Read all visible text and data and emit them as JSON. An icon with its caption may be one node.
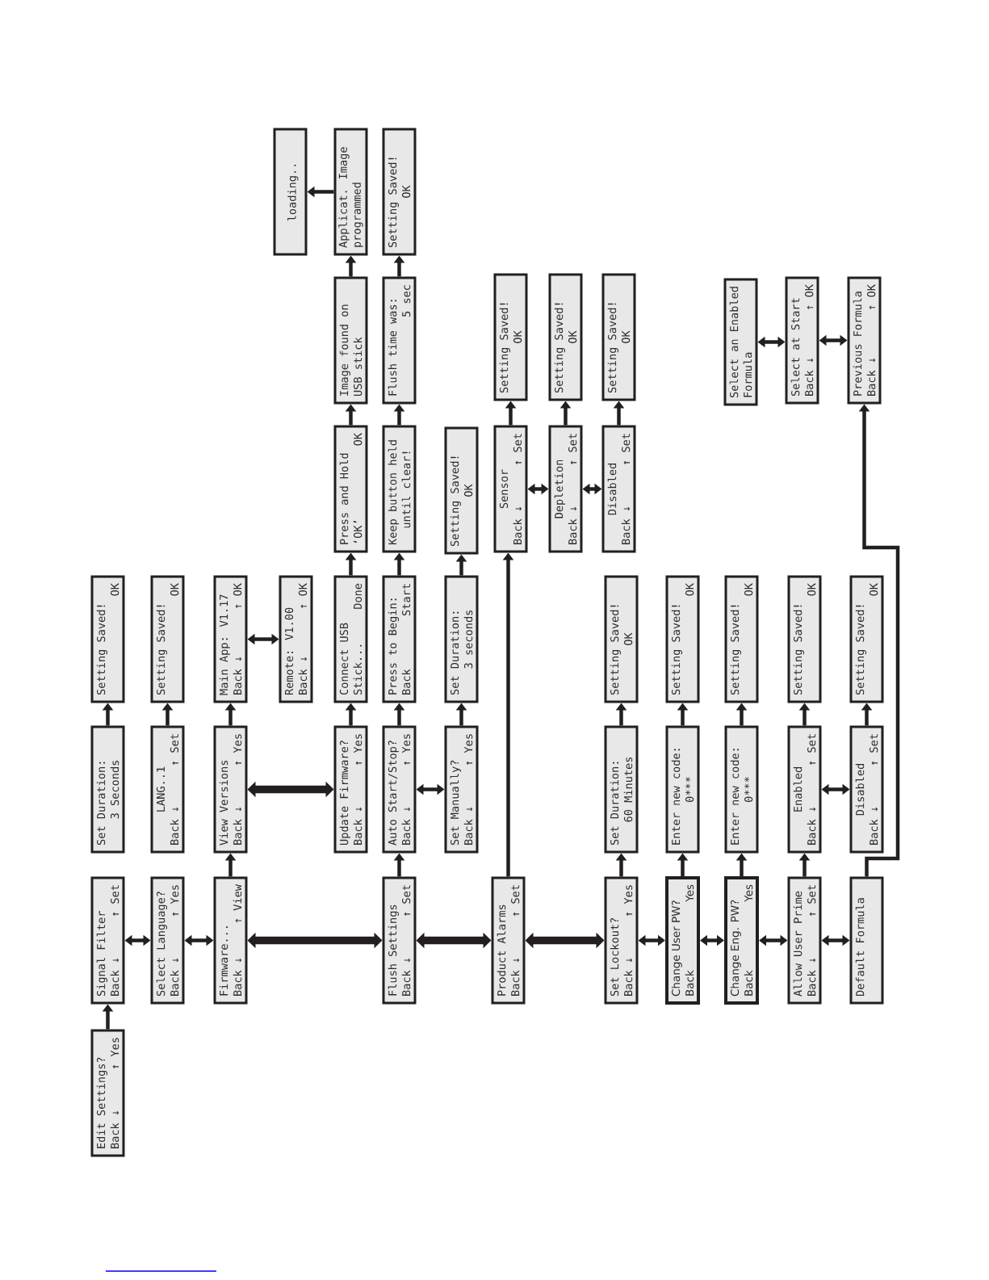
{
  "diagram": {
    "nodes": [
      {
        "text": [
          "Edit Settings?",
          "Back ↓",
          "↑ Yes"
        ]
      },
      {
        "text": [
          "Signal Filter",
          "Back ↓",
          "↑ Set"
        ]
      },
      {
        "text": [
          "Set Duration:",
          "3 Seconds"
        ]
      },
      {
        "text": [
          "Setting Saved!",
          "OK"
        ]
      },
      {
        "text": [
          "Select Language?",
          "Back ↓",
          "↑ Yes"
        ]
      },
      {
        "text": [
          "LANG..1",
          "Back ↓",
          "↑ Set"
        ]
      },
      {
        "text": [
          "Setting Saved!",
          "OK"
        ]
      },
      {
        "text": [
          "Firmware...",
          "Back ↓",
          "↑ View"
        ]
      },
      {
        "text": [
          "View Versions",
          "Back ↓",
          "↑ Yes"
        ]
      },
      {
        "text": [
          "Main App: V1.17",
          "Back ↓",
          "↑ OK"
        ]
      },
      {
        "text": [
          "Remote: V1.00",
          "Back ↓",
          "↑ OK"
        ]
      },
      {
        "text": [
          "loading.."
        ]
      },
      {
        "text": [
          "Update Firmware?",
          "Back ↓",
          "↑ Yes"
        ]
      },
      {
        "text": [
          "Connect USB",
          "Stick...",
          "Done"
        ]
      },
      {
        "text": [
          "Press and Hold",
          "‘OK’",
          "OK"
        ]
      },
      {
        "text": [
          "Image found on USB stick"
        ]
      },
      {
        "text": [
          "Applicat. Image programmed"
        ]
      },
      {
        "text": [
          "Flush Settings",
          "Back ↓",
          "↑ Set"
        ]
      },
      {
        "text": [
          "Auto Start/Stop?",
          "Back ↓",
          "↑ Yes"
        ]
      },
      {
        "text": [
          "Press to Begin:",
          "Back",
          "Start"
        ]
      },
      {
        "text": [
          "Keep button held",
          "until clear!"
        ]
      },
      {
        "text": [
          "Flush time was:",
          "5 sec"
        ]
      },
      {
        "text": [
          "Setting Saved!",
          "OK"
        ]
      },
      {
        "text": [
          "Set Manually?",
          "Back ↓",
          "↑ Yes"
        ]
      },
      {
        "text": [
          "Set Duration:",
          "3 seconds"
        ]
      },
      {
        "text": [
          "Setting Saved!",
          "OK"
        ]
      },
      {
        "text": [
          "Product Alarms",
          "Back ↓",
          "↑ Set"
        ]
      },
      {
        "text": [
          "Sensor",
          "Back ↓",
          "↑ Set"
        ]
      },
      {
        "text": [
          "Setting Saved!",
          "OK"
        ]
      },
      {
        "text": [
          "Depletion",
          "Back ↓",
          "↑ Set"
        ]
      },
      {
        "text": [
          "Setting Saved!",
          "OK"
        ]
      },
      {
        "text": [
          "Set Lockout?",
          "Back ↓",
          "↑ Yes"
        ]
      },
      {
        "text": [
          "Set Duration:",
          "60 Minutes"
        ]
      },
      {
        "text": [
          "Setting Saved!",
          "OK"
        ]
      },
      {
        "text": [
          "Disabled",
          "Back ↓",
          "↑ Set"
        ]
      },
      {
        "text": [
          "Setting Saved!",
          "OK"
        ]
      },
      {
        "text": [
          "Change User PW?",
          "Back",
          "Yes"
        ]
      },
      {
        "text": [
          "Enter new code:",
          "0***"
        ]
      },
      {
        "text": [
          "Setting Saved!",
          "OK"
        ]
      },
      {
        "text": [
          "Change Eng. PW?",
          "Back",
          "Yes"
        ]
      },
      {
        "text": [
          "Enter new code:",
          "0***"
        ]
      },
      {
        "text": [
          "Setting Saved!",
          "OK"
        ]
      },
      {
        "text": [
          "Select an Enabled Formula"
        ]
      },
      {
        "text": [
          "Allow User Prime",
          "Back ↓",
          "↑ Set"
        ]
      },
      {
        "text": [
          "Enabled",
          "Back ↓",
          "↑ Set"
        ]
      },
      {
        "text": [
          "Setting Saved!",
          "OK"
        ]
      },
      {
        "text": [
          "Select at Start",
          "Back ↓",
          "↑ OK"
        ]
      },
      {
        "text": [
          "Default Formula"
        ]
      },
      {
        "text": [
          "Disabled",
          "Back ↓",
          "↑ Set"
        ]
      },
      {
        "text": [
          "Setting Saved!",
          "OK"
        ]
      },
      {
        "text": [
          "Previous Formula",
          "Back ↓",
          "↑ OK"
        ]
      }
    ],
    "edges": [
      {
        "from": 0,
        "to": 1,
        "arrow": "to"
      },
      {
        "from": 1,
        "to": 4,
        "arrow": "both"
      },
      {
        "from": 2,
        "to": 3,
        "arrow": "to"
      },
      {
        "from": 4,
        "to": 7,
        "arrow": "both"
      },
      {
        "from": 5,
        "to": 6,
        "arrow": "to"
      },
      {
        "from": 7,
        "to": 8,
        "arrow": "to"
      },
      {
        "from": 7,
        "to": 17,
        "arrow": "both",
        "style": "thick"
      },
      {
        "from": 8,
        "to": 9,
        "arrow": "to"
      },
      {
        "from": 8,
        "to": 12,
        "arrow": "both",
        "style": "thick"
      },
      {
        "from": 9,
        "to": 10,
        "arrow": "both"
      },
      {
        "from": 12,
        "to": 13,
        "arrow": "to"
      },
      {
        "from": 13,
        "to": 14,
        "arrow": "to"
      },
      {
        "from": 14,
        "to": 15,
        "arrow": "to"
      },
      {
        "from": 15,
        "to": 16,
        "arrow": "to"
      },
      {
        "from": 16,
        "to": 11,
        "arrow": "to"
      },
      {
        "from": 17,
        "to": 18,
        "arrow": "to"
      },
      {
        "from": 17,
        "to": 26,
        "arrow": "both",
        "style": "thick"
      },
      {
        "from": 18,
        "to": 19,
        "arrow": "to"
      },
      {
        "from": 18,
        "to": 23,
        "arrow": "both"
      },
      {
        "from": 19,
        "to": 20,
        "arrow": "to"
      },
      {
        "from": 20,
        "to": 21,
        "arrow": "to"
      },
      {
        "from": 21,
        "to": 22,
        "arrow": "to"
      },
      {
        "from": 23,
        "to": 24,
        "arrow": "to"
      },
      {
        "from": 24,
        "to": 25,
        "arrow": "to"
      },
      {
        "from": 26,
        "to": 27,
        "arrow": "to"
      },
      {
        "from": 26,
        "to": 31,
        "arrow": "both",
        "style": "thick"
      },
      {
        "from": 27,
        "to": 28,
        "arrow": "to"
      },
      {
        "from": 27,
        "to": 29,
        "arrow": "both"
      },
      {
        "from": 29,
        "to": 30,
        "arrow": "to"
      },
      {
        "from": 29,
        "to": 34,
        "arrow": "both"
      },
      {
        "from": 31,
        "to": 32,
        "arrow": "to"
      },
      {
        "from": 31,
        "to": 36,
        "arrow": "both"
      },
      {
        "from": 32,
        "to": 33,
        "arrow": "to"
      },
      {
        "from": 34,
        "to": 35,
        "arrow": "to"
      },
      {
        "from": 36,
        "to": 37,
        "arrow": "to"
      },
      {
        "from": 36,
        "to": 39,
        "arrow": "both"
      },
      {
        "from": 37,
        "to": 38,
        "arrow": "to"
      },
      {
        "from": 39,
        "to": 40,
        "arrow": "to"
      },
      {
        "from": 39,
        "to": 43,
        "arrow": "both"
      },
      {
        "from": 40,
        "to": 41,
        "arrow": "to"
      },
      {
        "from": 42,
        "to": 46,
        "arrow": "both"
      },
      {
        "from": 43,
        "to": 44,
        "arrow": "to"
      },
      {
        "from": 43,
        "to": 47,
        "arrow": "both"
      },
      {
        "from": 44,
        "to": 45,
        "arrow": "to"
      },
      {
        "from": 44,
        "to": 48,
        "arrow": "both"
      },
      {
        "from": 46,
        "to": 50,
        "arrow": "both"
      },
      {
        "from": 47,
        "to": 50,
        "arrow": "to"
      },
      {
        "from": 48,
        "to": 49,
        "arrow": "to"
      }
    ]
  }
}
